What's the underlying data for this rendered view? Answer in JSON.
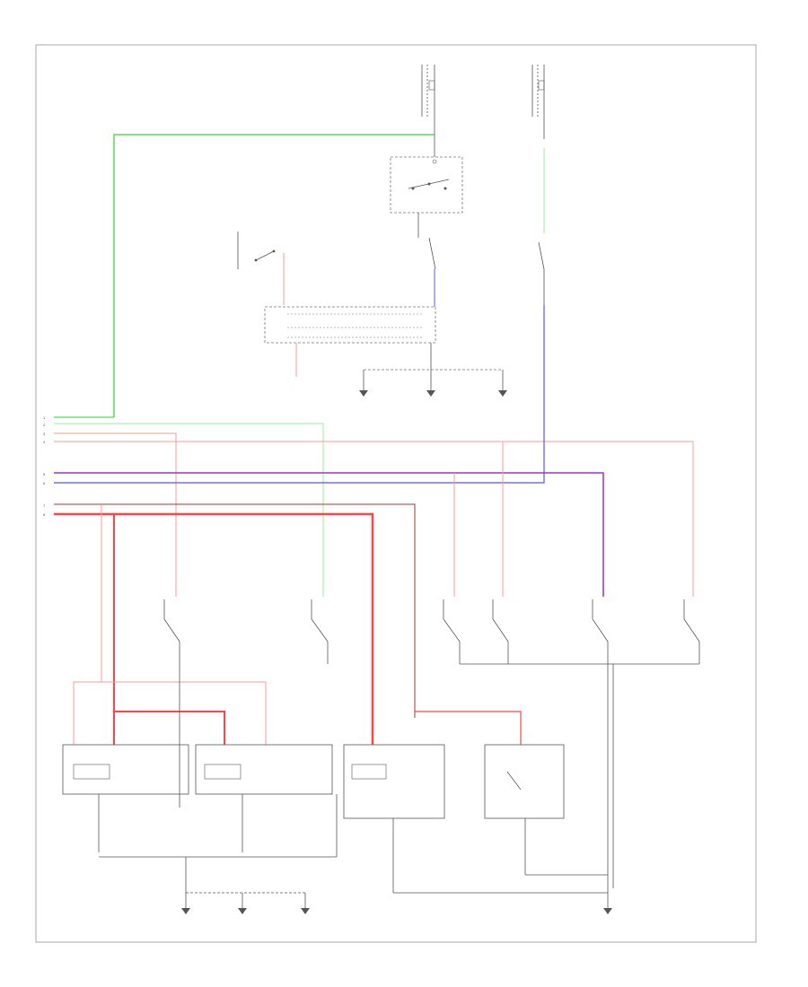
{
  "diagram": {
    "figure_code": "",
    "colors": {
      "frame": "#aaaaaa",
      "line": "#555555",
      "dashed": "#777777",
      "green": "#55dd55",
      "light_green": "#99ee99",
      "red": "#ff4444",
      "pink": "#ff9999",
      "blue": "#5555ff",
      "violet": "#9933cc",
      "dark_red": "#aa3333"
    },
    "fuses": [
      {
        "id": "fuse-left",
        "label": "",
        "lines": [
          "",
          "",
          "",
          "",
          ""
        ]
      },
      {
        "id": "fuse-right",
        "label": "",
        "lines": [
          "",
          "",
          "",
          "",
          ""
        ]
      }
    ],
    "grounds": [
      {
        "id": "ground-1",
        "label": ""
      },
      {
        "id": "ground-2",
        "label": ""
      },
      {
        "id": "ground-3",
        "label": ""
      },
      {
        "id": "ground-4",
        "label": ""
      },
      {
        "id": "ground-5",
        "label": ""
      },
      {
        "id": "ground-6",
        "label": ""
      },
      {
        "id": "ground-7",
        "label": ""
      }
    ],
    "icon": "wiring-schematic-icon"
  }
}
